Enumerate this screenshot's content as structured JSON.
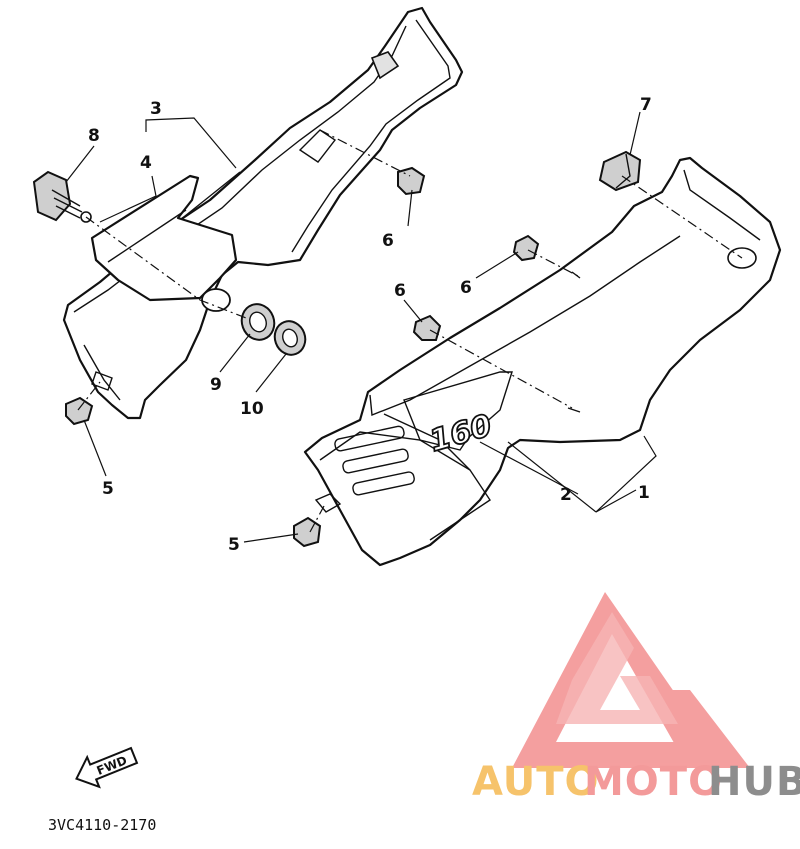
{
  "diagram": {
    "callouts": {
      "c1": "1",
      "c2": "2",
      "c3": "3",
      "c4": "4",
      "c5a": "5",
      "c5b": "5",
      "c6a": "6",
      "c6b": "6",
      "c6c": "6",
      "c7": "7",
      "c8": "8",
      "c9": "9",
      "c10": "10"
    },
    "emblem": "160",
    "fwd_label": "FWD",
    "drawing_code": "3VC4110-2170"
  },
  "watermark": {
    "part1": "AUTO",
    "part2": "MOTO",
    "part3": "HUB",
    "colors": {
      "auto": "#f6c36b",
      "moto": "#f39a9a",
      "hub": "#8d8d8d",
      "triangle": "#f49a9a"
    }
  }
}
